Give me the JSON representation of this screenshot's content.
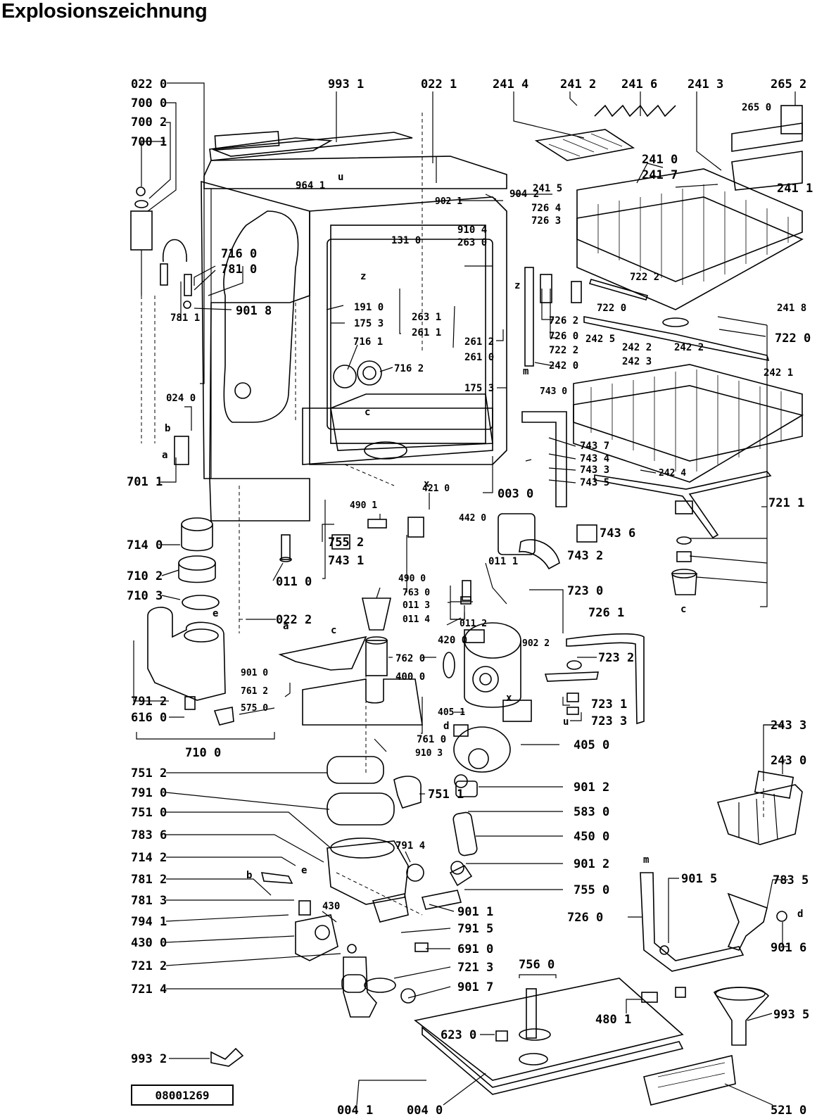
{
  "title": "Explosionszeichnung",
  "document_number": "08001269",
  "labels": [
    {
      "id": "l1",
      "text": "022 0"
    },
    {
      "id": "l2",
      "text": "700 0"
    },
    {
      "id": "l3",
      "text": "700 2"
    },
    {
      "id": "l4",
      "text": "700 1"
    },
    {
      "id": "l5",
      "text": "993 1"
    },
    {
      "id": "l6",
      "text": "022 1"
    },
    {
      "id": "l7",
      "text": "241 4"
    },
    {
      "id": "l8",
      "text": "241 2"
    },
    {
      "id": "l9",
      "text": "241 6"
    },
    {
      "id": "l10",
      "text": "241 3"
    },
    {
      "id": "l11",
      "text": "265 2"
    },
    {
      "id": "l12",
      "text": "265 0"
    },
    {
      "id": "l13",
      "text": "241 0"
    },
    {
      "id": "l14",
      "text": "241 7"
    },
    {
      "id": "l15",
      "text": "241 5"
    },
    {
      "id": "l16",
      "text": "241 1"
    },
    {
      "id": "l17",
      "text": "964 1"
    },
    {
      "id": "l18",
      "text": "902 1"
    },
    {
      "id": "l19",
      "text": "904 2"
    },
    {
      "id": "l20",
      "text": "726 4"
    },
    {
      "id": "l21",
      "text": "726 3"
    },
    {
      "id": "l22",
      "text": "910 4"
    },
    {
      "id": "l23",
      "text": "263 0"
    },
    {
      "id": "l24",
      "text": "131 0"
    },
    {
      "id": "l25",
      "text": "716 0"
    },
    {
      "id": "l26",
      "text": "781 0"
    },
    {
      "id": "l27",
      "text": "901 8"
    },
    {
      "id": "l28",
      "text": "781 1"
    },
    {
      "id": "l29",
      "text": "191 0"
    },
    {
      "id": "l30",
      "text": "175 3"
    },
    {
      "id": "l31",
      "text": "263 1"
    },
    {
      "id": "l32",
      "text": "261 1"
    },
    {
      "id": "l33",
      "text": "716 1"
    },
    {
      "id": "l34",
      "text": "261 2"
    },
    {
      "id": "l35",
      "text": "261 0"
    },
    {
      "id": "l36",
      "text": "722 2"
    },
    {
      "id": "l37",
      "text": "722 0"
    },
    {
      "id": "l38",
      "text": "726 2"
    },
    {
      "id": "l39",
      "text": "726 0"
    },
    {
      "id": "l40",
      "text": "722 2"
    },
    {
      "id": "l41",
      "text": "242 5"
    },
    {
      "id": "l42",
      "text": "242 2"
    },
    {
      "id": "l43",
      "text": "242 3"
    },
    {
      "id": "l44",
      "text": "242 2"
    },
    {
      "id": "l45",
      "text": "242 0"
    },
    {
      "id": "l46",
      "text": "241 8"
    },
    {
      "id": "l47",
      "text": "722 0"
    },
    {
      "id": "l48",
      "text": "242 1"
    },
    {
      "id": "l49",
      "text": "716 2"
    },
    {
      "id": "l50",
      "text": "175 3"
    },
    {
      "id": "l51",
      "text": "024 0"
    },
    {
      "id": "l52",
      "text": "743 0"
    },
    {
      "id": "l53",
      "text": "743 7"
    },
    {
      "id": "l54",
      "text": "743 4"
    },
    {
      "id": "l55",
      "text": "743 3"
    },
    {
      "id": "l56",
      "text": "743 5"
    },
    {
      "id": "l57",
      "text": "242 4"
    },
    {
      "id": "l58",
      "text": "701 1"
    },
    {
      "id": "l59",
      "text": "003 0"
    },
    {
      "id": "l60",
      "text": "490 1"
    },
    {
      "id": "l61",
      "text": "421 0"
    },
    {
      "id": "l62",
      "text": "442 0"
    },
    {
      "id": "l63",
      "text": "721 1"
    },
    {
      "id": "l64",
      "text": "743 6"
    },
    {
      "id": "l65",
      "text": "714 0"
    },
    {
      "id": "l66",
      "text": "755 2"
    },
    {
      "id": "l67",
      "text": "743 1"
    },
    {
      "id": "l68",
      "text": "011 1"
    },
    {
      "id": "l69",
      "text": "743 2"
    },
    {
      "id": "l70",
      "text": "710 2"
    },
    {
      "id": "l71",
      "text": "011 0"
    },
    {
      "id": "l72",
      "text": "490 0"
    },
    {
      "id": "l73",
      "text": "763 0"
    },
    {
      "id": "l74",
      "text": "011 3"
    },
    {
      "id": "l75",
      "text": "723 0"
    },
    {
      "id": "l76",
      "text": "710 3"
    },
    {
      "id": "l77",
      "text": "022 2"
    },
    {
      "id": "l78",
      "text": "011 4"
    },
    {
      "id": "l79",
      "text": "011 2"
    },
    {
      "id": "l80",
      "text": "726 1"
    },
    {
      "id": "l81",
      "text": "902 2"
    },
    {
      "id": "l82",
      "text": "420 0"
    },
    {
      "id": "l83",
      "text": "762 0"
    },
    {
      "id": "l84",
      "text": "723 2"
    },
    {
      "id": "l85",
      "text": "901 0"
    },
    {
      "id": "l86",
      "text": "400 0"
    },
    {
      "id": "l87",
      "text": "761 2"
    },
    {
      "id": "l88",
      "text": "791 2"
    },
    {
      "id": "l89",
      "text": "575 0"
    },
    {
      "id": "l90",
      "text": "616 0"
    },
    {
      "id": "l91",
      "text": "405 1"
    },
    {
      "id": "l92",
      "text": "723 1"
    },
    {
      "id": "l93",
      "text": "723 3"
    },
    {
      "id": "l94",
      "text": "761 0"
    },
    {
      "id": "l95",
      "text": "710 0"
    },
    {
      "id": "l96",
      "text": "910 3"
    },
    {
      "id": "l97",
      "text": "405 0"
    },
    {
      "id": "l98",
      "text": "243 3"
    },
    {
      "id": "l99",
      "text": "243 0"
    },
    {
      "id": "l100",
      "text": "751 2"
    },
    {
      "id": "l101",
      "text": "901 2"
    },
    {
      "id": "l102",
      "text": "791 0"
    },
    {
      "id": "l103",
      "text": "751 1"
    },
    {
      "id": "l104",
      "text": "751 0"
    },
    {
      "id": "l105",
      "text": "583 0"
    },
    {
      "id": "l106",
      "text": "783 6"
    },
    {
      "id": "l107",
      "text": "450 0"
    },
    {
      "id": "l108",
      "text": "791 4"
    },
    {
      "id": "l109",
      "text": "714 2"
    },
    {
      "id": "l110",
      "text": "901 2"
    },
    {
      "id": "l111",
      "text": "781 2"
    },
    {
      "id": "l112",
      "text": "901 5"
    },
    {
      "id": "l113",
      "text": "783 5"
    },
    {
      "id": "l114",
      "text": "755 0"
    },
    {
      "id": "l115",
      "text": "781 3"
    },
    {
      "id": "l116",
      "text": "430"
    },
    {
      "id": "l117",
      "text": "901 1"
    },
    {
      "id": "l118",
      "text": "726 0"
    },
    {
      "id": "l119",
      "text": "794 1"
    },
    {
      "id": "l120",
      "text": "791 5"
    },
    {
      "id": "l121",
      "text": "901 6"
    },
    {
      "id": "l122",
      "text": "430 0"
    },
    {
      "id": "l123",
      "text": "691 0"
    },
    {
      "id": "l124",
      "text": "721 2"
    },
    {
      "id": "l125",
      "text": "721 3"
    },
    {
      "id": "l126",
      "text": "756 0"
    },
    {
      "id": "l127",
      "text": "721 4"
    },
    {
      "id": "l128",
      "text": "901 7"
    },
    {
      "id": "l129",
      "text": "480 1"
    },
    {
      "id": "l130",
      "text": "993 5"
    },
    {
      "id": "l131",
      "text": "623 0"
    },
    {
      "id": "l132",
      "text": "993 2"
    },
    {
      "id": "l133",
      "text": "004 1"
    },
    {
      "id": "l134",
      "text": "004 0"
    },
    {
      "id": "l135",
      "text": "521 0"
    }
  ],
  "markers": [
    {
      "id": "m1",
      "text": "u"
    },
    {
      "id": "m2",
      "text": "z"
    },
    {
      "id": "m3",
      "text": "z"
    },
    {
      "id": "m4",
      "text": "m"
    },
    {
      "id": "m5",
      "text": "c"
    },
    {
      "id": "m6",
      "text": "b"
    },
    {
      "id": "m7",
      "text": "a"
    },
    {
      "id": "m8",
      "text": "x"
    },
    {
      "id": "m9",
      "text": "c"
    },
    {
      "id": "m10",
      "text": "e"
    },
    {
      "id": "m11",
      "text": "a"
    },
    {
      "id": "m12",
      "text": "c"
    },
    {
      "id": "m13",
      "text": "x"
    },
    {
      "id": "m14",
      "text": "d"
    },
    {
      "id": "m15",
      "text": "u"
    },
    {
      "id": "m16",
      "text": "b"
    },
    {
      "id": "m17",
      "text": "e"
    },
    {
      "id": "m18",
      "text": "m"
    },
    {
      "id": "m19",
      "text": "d"
    }
  ]
}
